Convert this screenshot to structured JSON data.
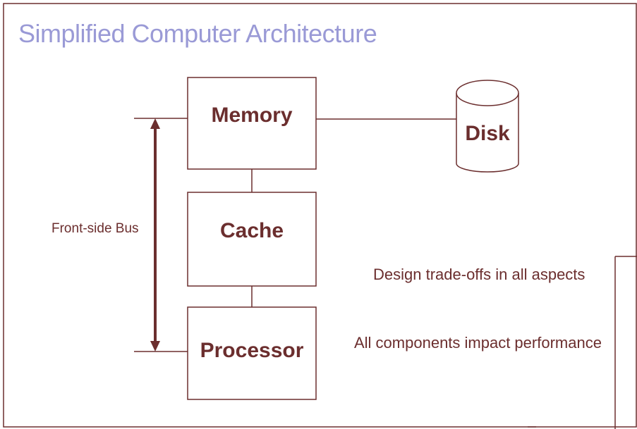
{
  "slide": {
    "title": "Simplified Computer Architecture"
  },
  "diagram": {
    "memory_label": "Memory",
    "cache_label": "Cache",
    "processor_label": "Processor",
    "disk_label": "Disk",
    "bus_label": "Front-side Bus"
  },
  "notes": {
    "tradeoffs": "Design trade-offs in all aspects",
    "performance": "All components impact performance"
  },
  "colors": {
    "title": "#9a9ad6",
    "diagram_line": "#6b2e2e",
    "text": "#6b2e2e"
  }
}
